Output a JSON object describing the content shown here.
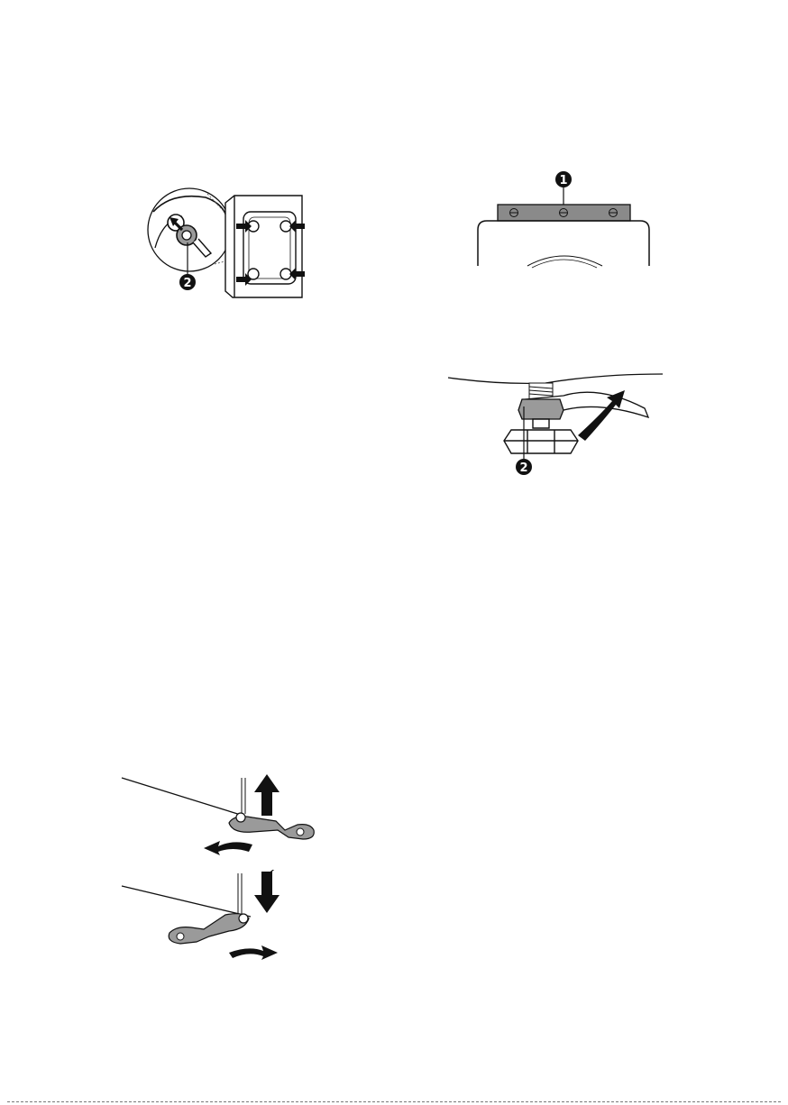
{
  "callouts": {
    "back_panel_bolts": "2",
    "top_bracket": "1",
    "foot_locknut": "2"
  },
  "colors": {
    "line": "#111111",
    "bracket_fill": "#8a8a8a",
    "part_fill": "#9a9a9a",
    "callout_fill": "#111111"
  }
}
